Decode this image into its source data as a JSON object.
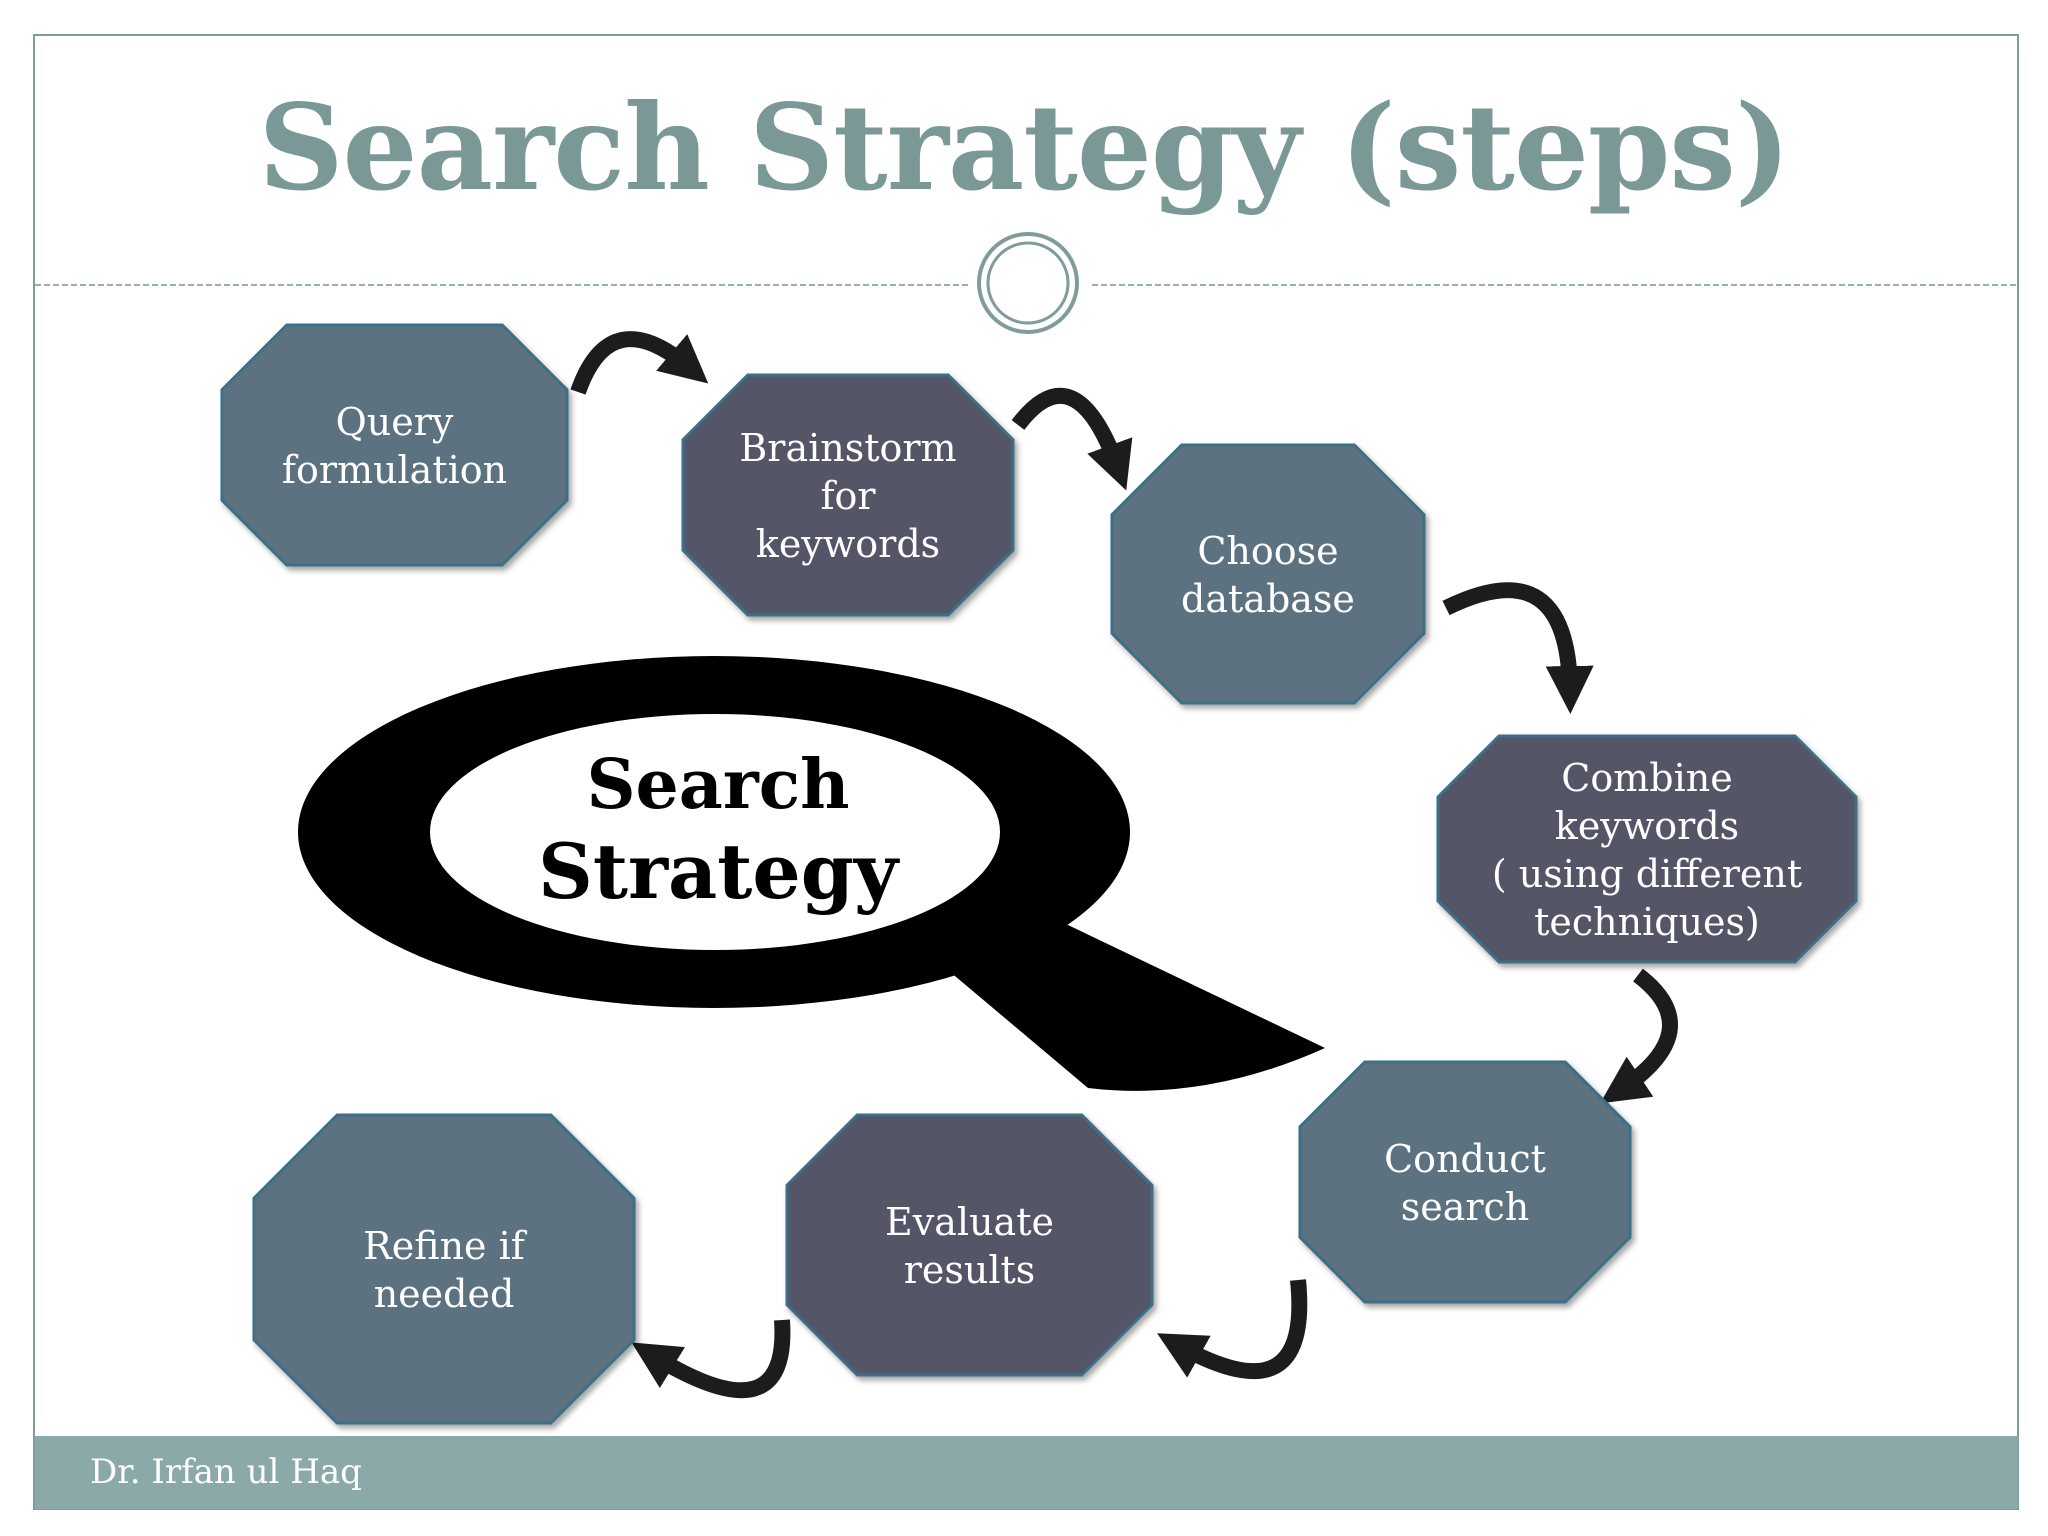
{
  "slide": {
    "title": "Search Strategy (steps)",
    "footer": "Dr. Irfan ul Haq"
  },
  "center": {
    "lines": [
      "Search",
      "Strategy"
    ]
  },
  "steps": [
    {
      "lines": [
        "Query",
        "formulation"
      ],
      "color": "#5c7280"
    },
    {
      "lines": [
        "Brainstorm",
        "for",
        "keywords"
      ],
      "color": "#545568"
    },
    {
      "lines": [
        "Choose",
        "database"
      ],
      "color": "#5c7280"
    },
    {
      "lines": [
        "Combine",
        "keywords",
        "( using different",
        "techniques)"
      ],
      "color": "#545568"
    },
    {
      "lines": [
        "Conduct",
        "search"
      ],
      "color": "#5c7280"
    },
    {
      "lines": [
        "Evaluate",
        "results"
      ],
      "color": "#545568"
    },
    {
      "lines": [
        "Refine if",
        "needed"
      ],
      "color": "#5c7280"
    }
  ],
  "colors": {
    "title": "#7a9896",
    "frame": "#7f9c9b",
    "footer_bg": "#8ca9aa",
    "arrow": "#1c1c1c",
    "step_text": "#ffffff"
  }
}
